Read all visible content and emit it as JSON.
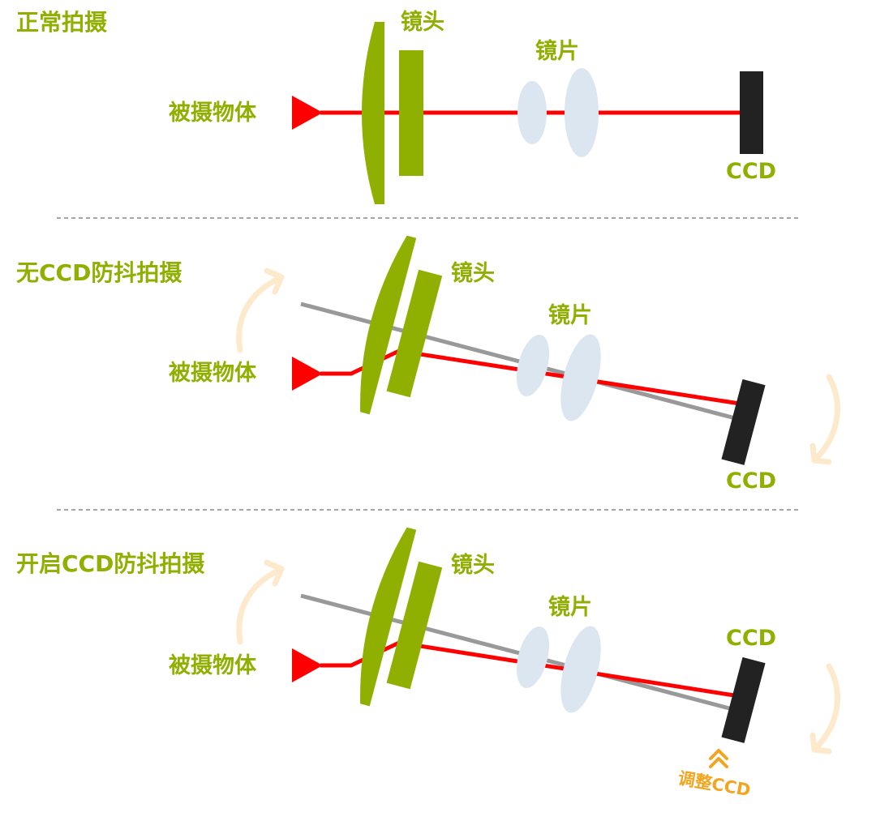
{
  "colors": {
    "label_green": "#8fb000",
    "lens_green": "#8fb000",
    "light_ray": "#ff0000",
    "optical_axis": "#999999",
    "element_lens": "#dce6f1",
    "ccd_sensor": "#222222",
    "shake_arrow": "#fde9cc",
    "adjust_orange": "#f2a51f",
    "divider": "#888888"
  },
  "icons": [
    "rotate-arrow-icon",
    "double-chevron-up-icon"
  ],
  "sections": [
    {
      "title": "正常拍摄",
      "subject": "被摄物体",
      "lens": "镜头",
      "elements": "镜片",
      "sensor": "CCD"
    },
    {
      "title": "无CCD防抖拍摄",
      "subject": "被摄物体",
      "lens": "镜头",
      "elements": "镜片",
      "sensor": "CCD"
    },
    {
      "title": "开启CCD防抖拍摄",
      "subject": "被摄物体",
      "lens": "镜头",
      "elements": "镜片",
      "sensor": "CCD",
      "adjust": "调整CCD"
    }
  ]
}
